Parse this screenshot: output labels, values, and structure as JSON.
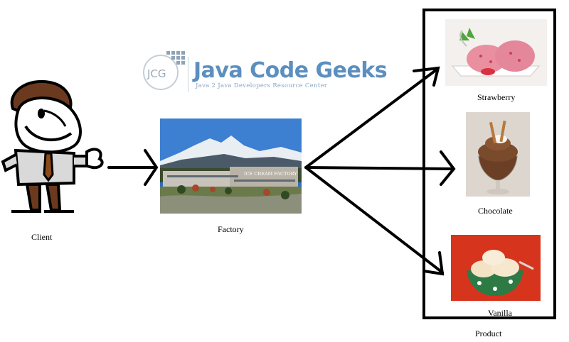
{
  "logo": {
    "name": "Java Code Geeks",
    "tagline": "Java 2 Java Developers Resource Center",
    "monogram": "JCG"
  },
  "factory": {
    "label": "Factory",
    "sign": "ICE CREAM FACTORY"
  },
  "client": {
    "label": "Client"
  },
  "products": {
    "label": "Product",
    "items": [
      {
        "label": "Strawberry"
      },
      {
        "label": "Chocolate"
      },
      {
        "label": "Vanilla"
      }
    ]
  },
  "colors": {
    "logo_blue": "#5b8fbf",
    "border": "#000000",
    "sky": "#2f6fc0",
    "strawberry": "#e98fa0",
    "chocolate": "#6b3f26",
    "vanilla": "#f3e3c4",
    "vanilla_bg": "#d7341e"
  }
}
